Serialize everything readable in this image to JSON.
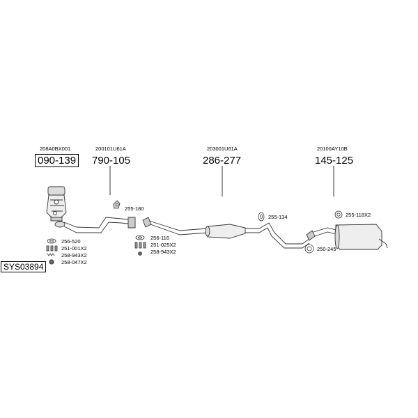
{
  "sections": [
    {
      "oe": "208A0BX001",
      "part": "090-139",
      "boxed": true
    },
    {
      "oe": "200101U61A",
      "part": "790-105",
      "boxed": false
    },
    {
      "oe": "203001U61A",
      "part": "286-277",
      "boxed": false
    },
    {
      "oe": "20100AY10B",
      "part": "145-125",
      "boxed": false
    }
  ],
  "fittings": {
    "f1": "256-520",
    "f2": "251-001X2",
    "f3": "258-943X2",
    "f4": "258-047X2",
    "f5": "255-180",
    "f6": "256-116",
    "f7": "251-025X2",
    "f8": "258-943X2",
    "f9": "255-134",
    "f10": "250-245",
    "f11": "255-118X2"
  },
  "system_code": "SYS03894"
}
